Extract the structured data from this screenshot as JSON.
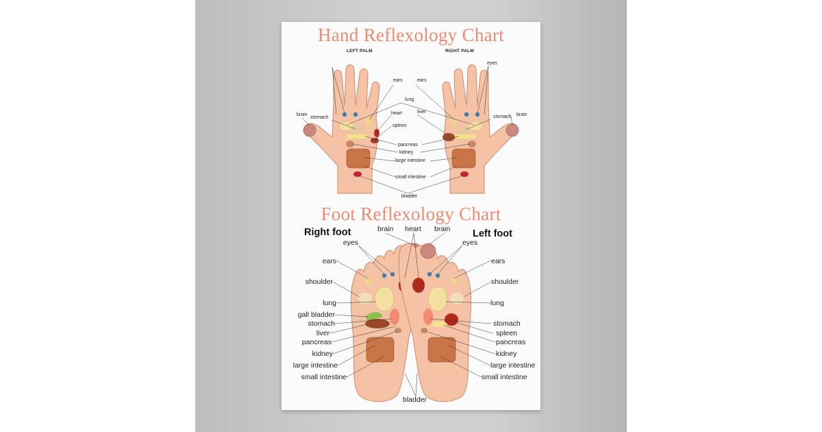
{
  "hand_chart": {
    "title": "Hand Reflexology Chart",
    "left_palm_label": "LEFT PALM",
    "right_palm_label": "RIGHT PALM",
    "labels": {
      "ears_center": "ears",
      "ears_right": "ears",
      "eyes": "eyes",
      "lung": "lung",
      "liver": "liver",
      "heart": "heart",
      "spleen": "spleen",
      "brain_left": "brain",
      "brain_right": "brain",
      "stomach_left": "stomach",
      "stomach_right": "stomach",
      "pancreas": "pancreas",
      "kidney": "kidney",
      "large_intestine": "large intestine",
      "small_intestine": "small intestine",
      "bladder": "bladder"
    }
  },
  "foot_chart": {
    "title": "Foot Reflexology Chart",
    "right_foot_label": "Right foot",
    "left_foot_label": "Left foot",
    "top_labels": {
      "brain_left": "brain",
      "heart": "heart",
      "brain_right": "brain"
    },
    "left_column": [
      "eyes",
      "ears",
      "shoulder",
      "lung",
      "gall bladder",
      "stomach",
      "liver",
      "pancreas",
      "kidney",
      "large intestine",
      "small intestine"
    ],
    "right_column": [
      "eyes",
      "ears",
      "shoulder",
      "lung",
      "stomach",
      "spleen",
      "pancreas",
      "kidney",
      "large intestine",
      "small intestine"
    ],
    "bottom_label": "bladder"
  },
  "colors": {
    "title": "#ee8a70",
    "skin": "#f6c2a6",
    "skin_outline": "#c98a6e",
    "background": "#fbfbfb"
  }
}
